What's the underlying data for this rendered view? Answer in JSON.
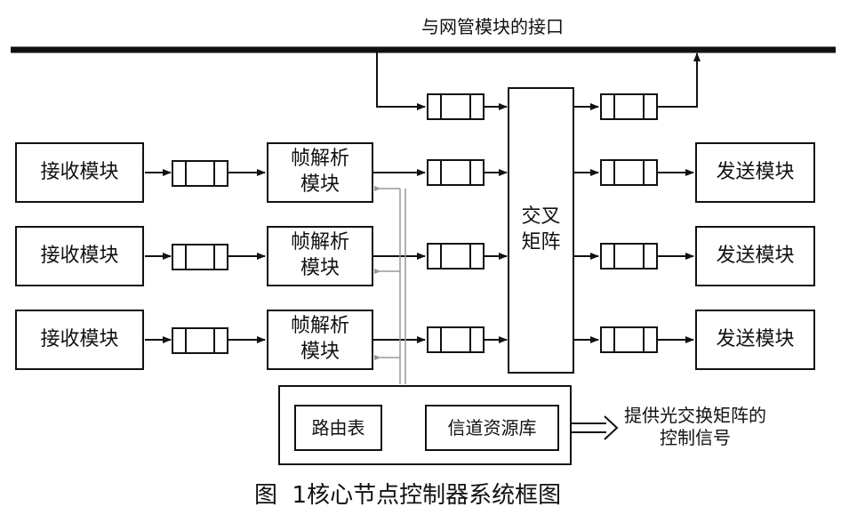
{
  "bus_label": "与网管模块的接口",
  "receive_modules": [
    "接收模块",
    "接收模块",
    "接收模块"
  ],
  "frame_parser": {
    "line1": "帧解析",
    "line2": "模块"
  },
  "cross_matrix": {
    "line1": "交叉",
    "line2": "矩阵"
  },
  "send_modules": [
    "发送模块",
    "发送模块",
    "发送模块"
  ],
  "routing_table": "路由表",
  "channel_db": "信道资源库",
  "output_note": {
    "line1": "提供光交换矩阵的",
    "line2": "控制信号"
  },
  "caption": "图  1核心节点控制器系统框图"
}
